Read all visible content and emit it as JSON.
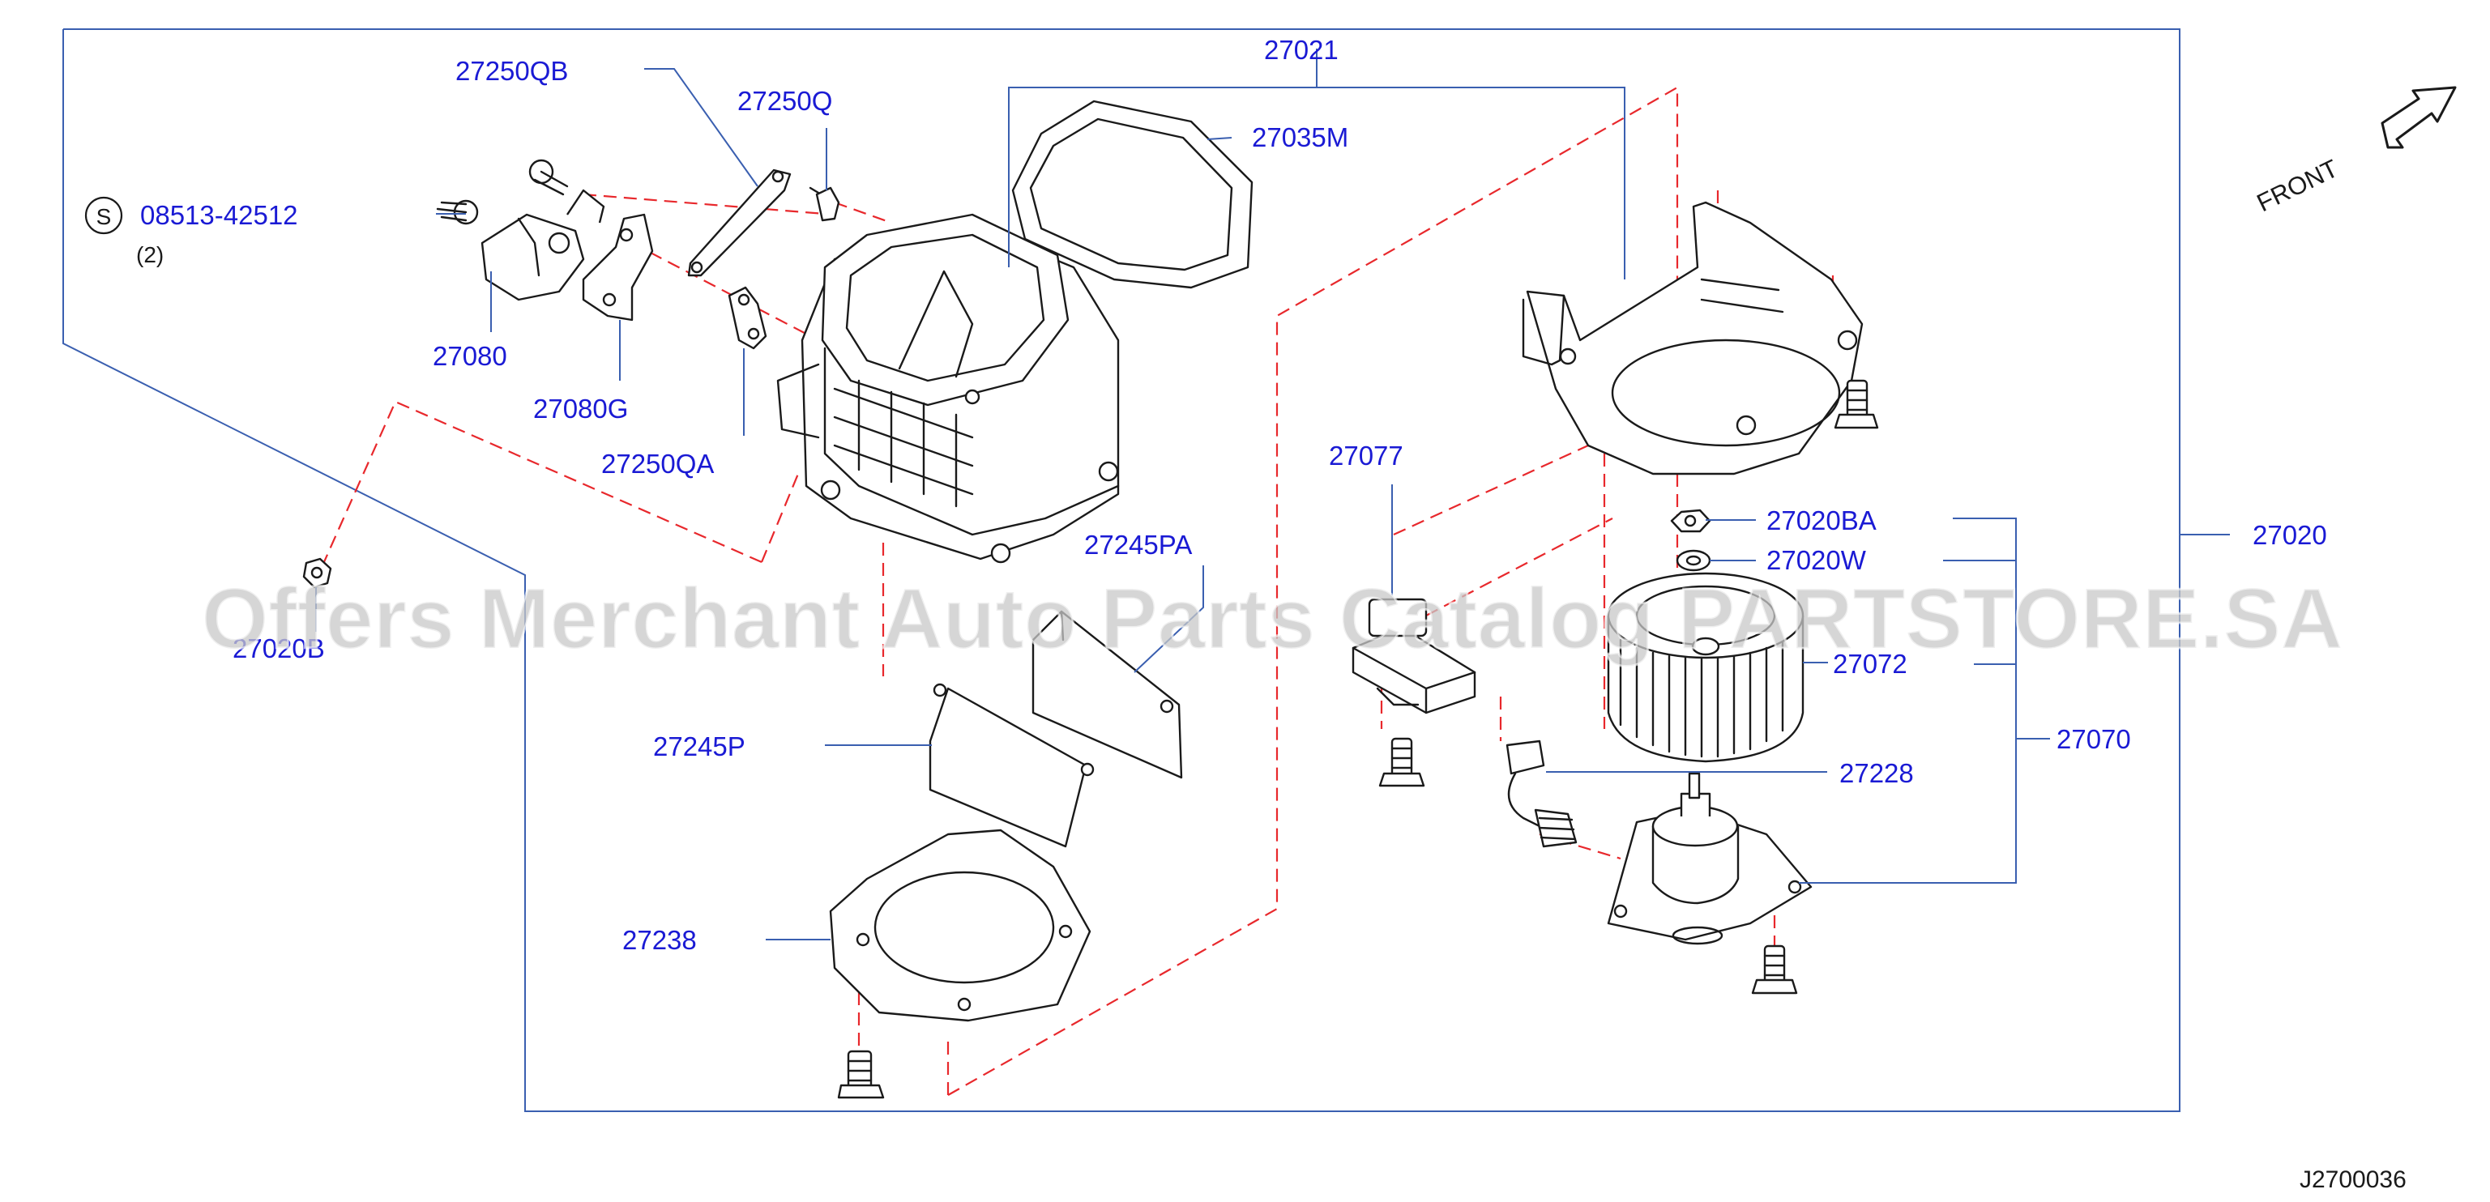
{
  "colors": {
    "label": "#1a1ad4",
    "leader": "#3a5fb0",
    "dash": "#e8282c",
    "line": "#1a1a1a",
    "watermark": "#c8c8c8"
  },
  "labels": {
    "p27021": "27021",
    "p27250QB": "27250QB",
    "p27250Q": "27250Q",
    "p27035M": "27035M",
    "p08513": "08513-42512",
    "qty08513": "(2)",
    "symbolS": "S",
    "p27080": "27080",
    "p27080G": "27080G",
    "p27250QA": "27250QA",
    "p27077": "27077",
    "p27020BA": "27020BA",
    "p27020W": "27020W",
    "p27020": "27020",
    "p27245PA": "27245PA",
    "p27020B": "27020B",
    "p27072": "27072",
    "p27070": "27070",
    "p27245P": "27245P",
    "p27228": "27228",
    "p27238": "27238"
  },
  "front_label": "FRONT",
  "figure_code": "J2700036",
  "watermark": "Offers Merchant Auto Parts Catalog PARTSTORE.SA",
  "icons": {
    "front": "front-arrow-icon",
    "s_mark": "circled-s-icon"
  }
}
